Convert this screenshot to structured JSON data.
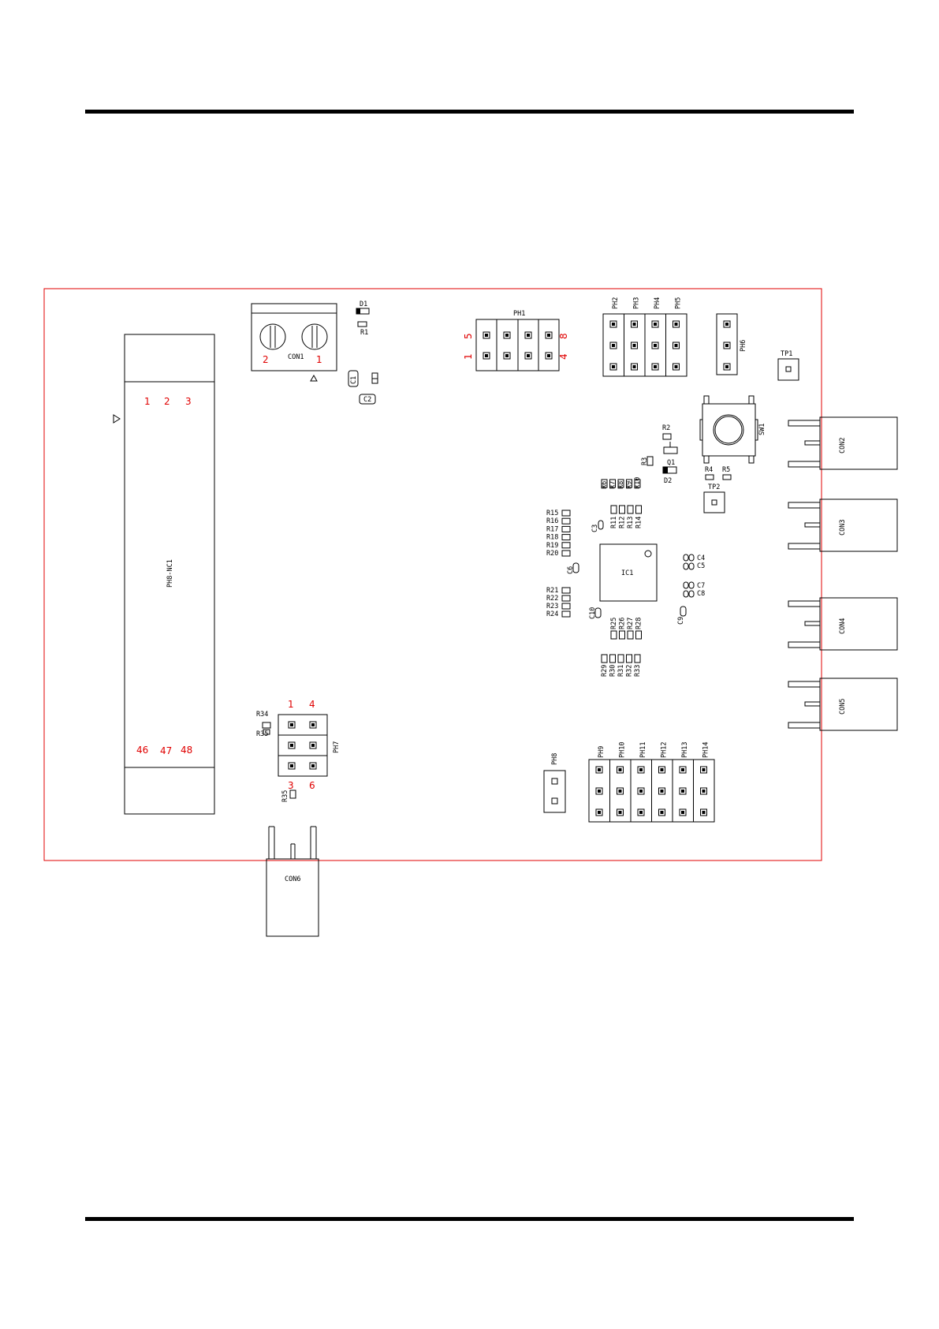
{
  "layout": {
    "header_rule": true,
    "footer_rule": true,
    "board_outline_color": "#e00000",
    "pin_label_color": "#e00000"
  },
  "components": {
    "con1": {
      "ref": "CON1",
      "pin_left": "2",
      "pin_right": "1"
    },
    "d1": "D1",
    "r1": "R1",
    "c1": "C1",
    "c2": "C2",
    "ph1": {
      "ref": "PH1",
      "pins": {
        "tl": "5",
        "bl": "1",
        "tr": "8",
        "br": "4"
      }
    },
    "ph_headers_top": [
      "PH2",
      "PH3",
      "PH4",
      "PH5"
    ],
    "ph6": "PH6",
    "tp1": "TP1",
    "tp2": "TP2",
    "sw1": "SW1",
    "r2": "R2",
    "r3": "R3",
    "r4": "R4",
    "r5": "R5",
    "q1": "Q1",
    "d2": "D2",
    "r_group_a": [
      "R6",
      "R7",
      "R8",
      "R9",
      "R10"
    ],
    "r_group_b": [
      "R11",
      "R12",
      "R13",
      "R14"
    ],
    "r_group_left": [
      "R15",
      "R16",
      "R17",
      "R18",
      "R19",
      "R20"
    ],
    "r_group_left2": [
      "R21",
      "R22",
      "R23",
      "R24"
    ],
    "r_group_c": [
      "R25",
      "R26",
      "R27",
      "R28"
    ],
    "r_group_d": [
      "R29",
      "R30",
      "R31",
      "R32",
      "R33"
    ],
    "c3": "C3",
    "c6": "C6",
    "c10": "C10",
    "c9": "C9",
    "c4": "C4",
    "c5": "C5",
    "c7": "C7",
    "c8": "C8",
    "ic1": "IC1",
    "connectors_right": [
      "CON2",
      "CON3",
      "CON4",
      "CON5"
    ],
    "con6": "CON6",
    "ph8": "PH8",
    "ph_headers_bottom": [
      "PH9",
      "PH10",
      "PH11",
      "PH12",
      "PH13",
      "PH14"
    ],
    "module": {
      "ref": "PH8-NC1",
      "pins_top": [
        "1",
        "2",
        "3"
      ],
      "pins_bottom": [
        "46",
        "47",
        "48"
      ]
    },
    "ph7": {
      "ref": "PH7",
      "pins_top": [
        "1",
        "4"
      ],
      "pins_bottom": [
        "3",
        "6"
      ]
    },
    "r34": "R34",
    "r35a": "R35",
    "r35b": "R35"
  }
}
